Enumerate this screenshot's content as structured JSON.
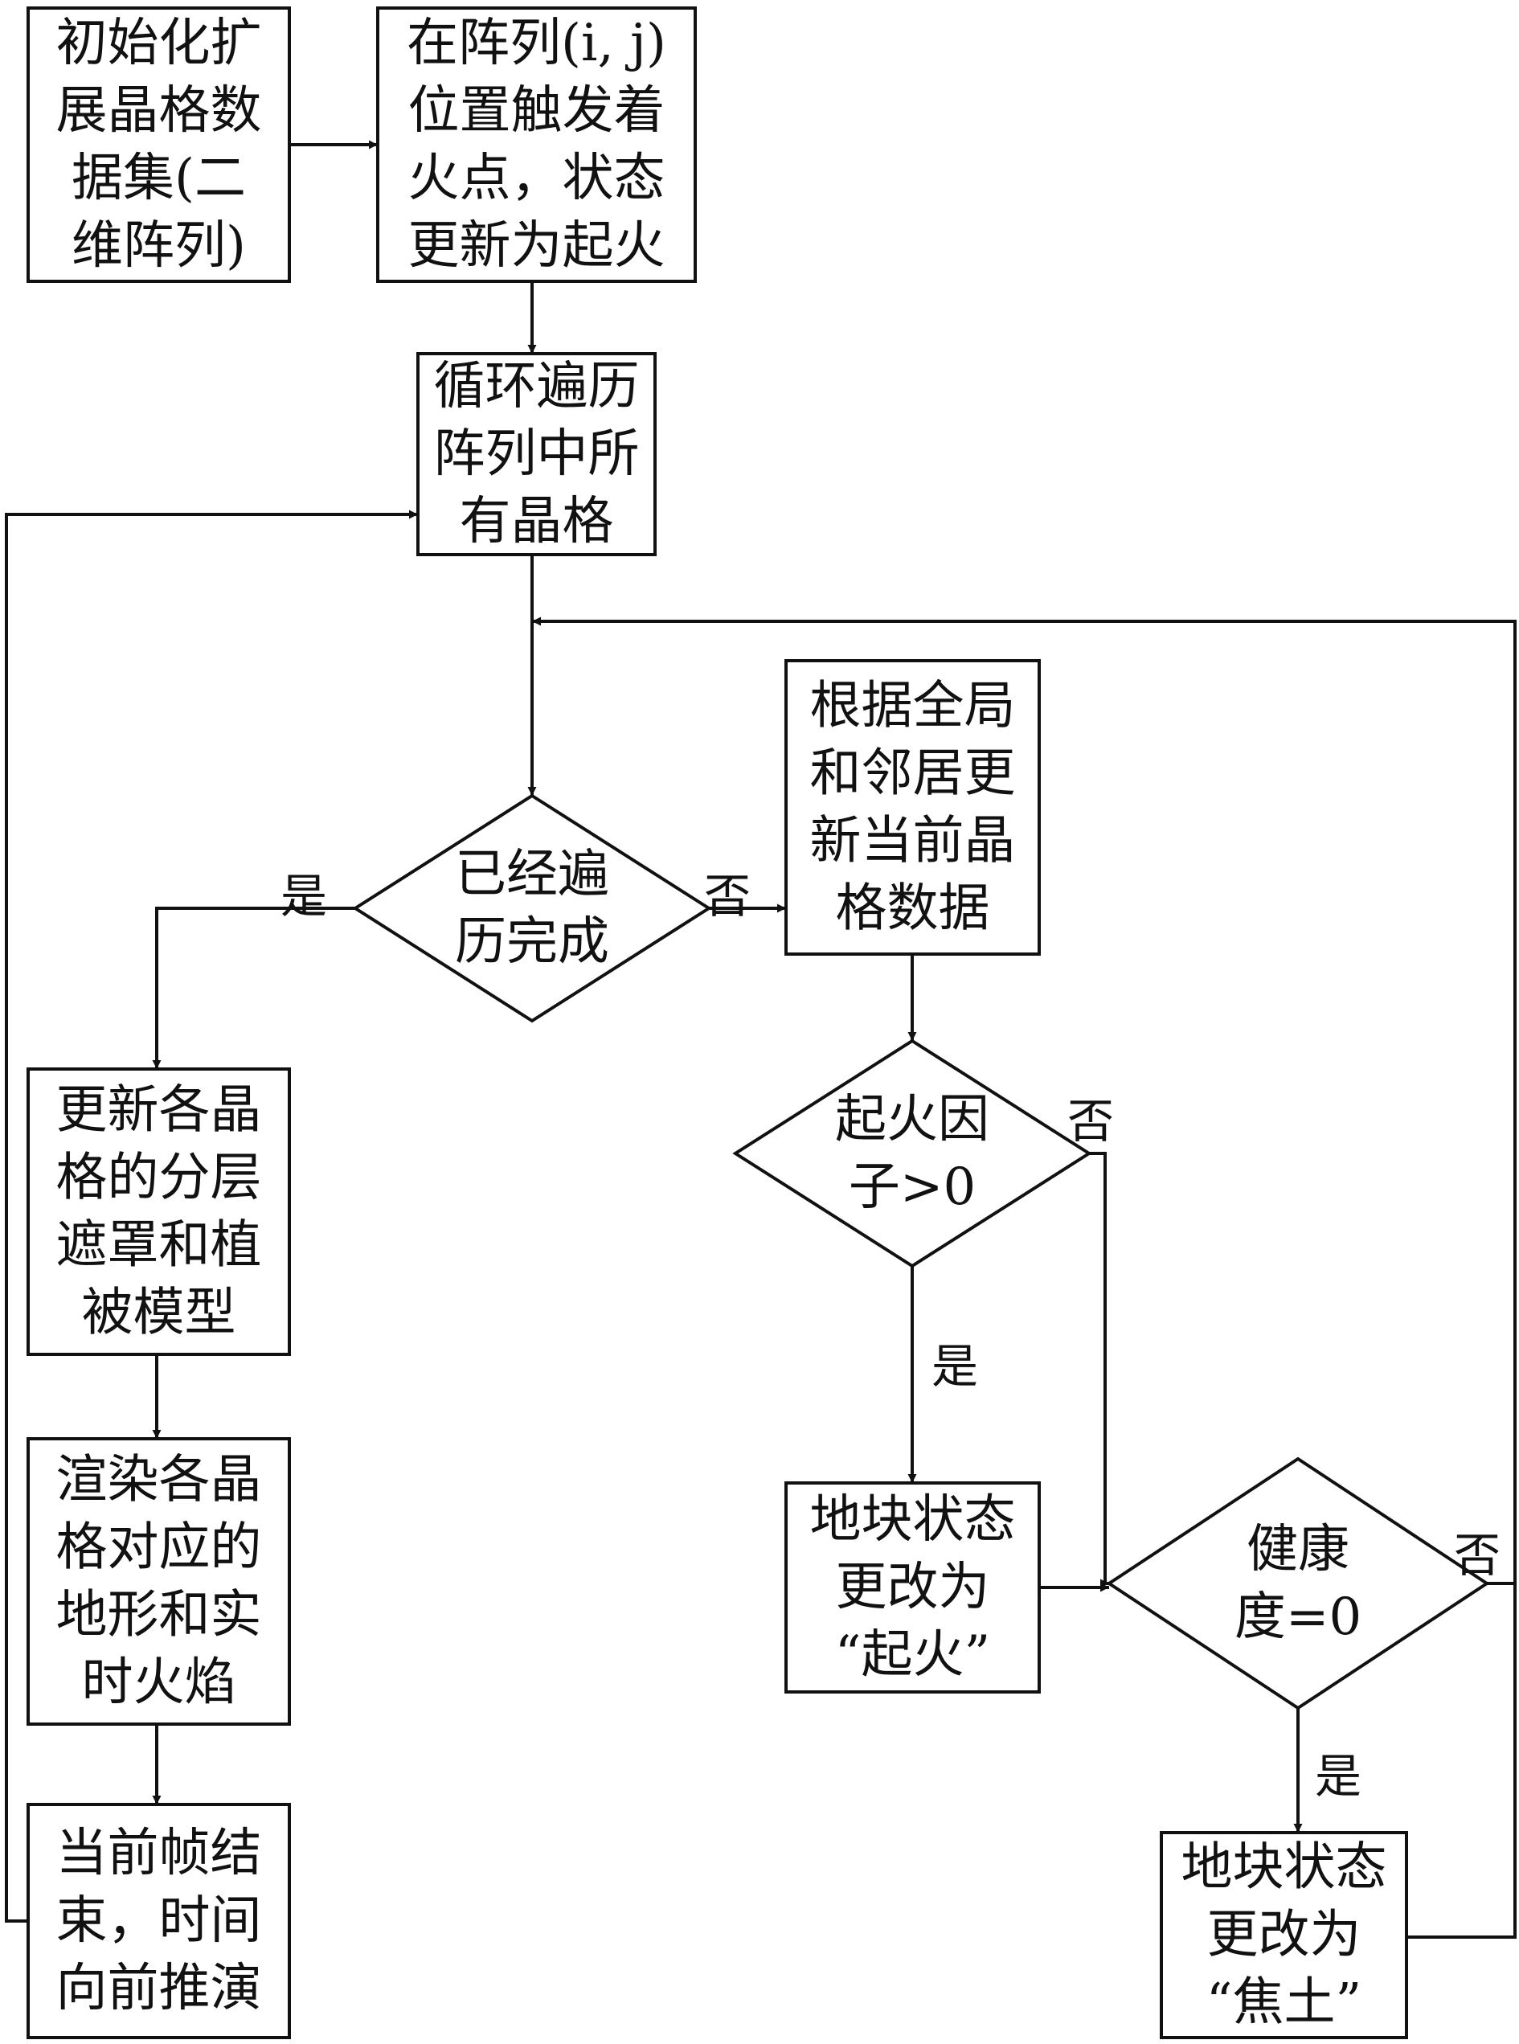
{
  "diagram": {
    "nodes": [
      {
        "id": "init",
        "shape": "rect",
        "lines": [
          "初始化扩",
          "展晶格数",
          "据集(二",
          "维阵列)"
        ]
      },
      {
        "id": "trigger",
        "shape": "rect",
        "lines": [
          "在阵列(i, j)",
          "位置触发着",
          "火点，状态",
          "更新为起火"
        ]
      },
      {
        "id": "loop",
        "shape": "rect",
        "lines": [
          "循环遍历",
          "阵列中所",
          "有晶格"
        ]
      },
      {
        "id": "done",
        "shape": "diamond",
        "lines": [
          "已经遍",
          "历完成"
        ]
      },
      {
        "id": "update_cell",
        "shape": "rect",
        "lines": [
          "根据全局",
          "和邻居更",
          "新当前晶",
          "格数据"
        ]
      },
      {
        "id": "ignite_factor",
        "shape": "diamond",
        "lines": [
          "起火因",
          "子>0"
        ]
      },
      {
        "id": "set_fire",
        "shape": "rect",
        "lines": [
          "地块状态",
          "更改为",
          "“起火”"
        ]
      },
      {
        "id": "health",
        "shape": "diamond",
        "lines": [
          "健康",
          "度=0"
        ]
      },
      {
        "id": "set_scorched",
        "shape": "rect",
        "lines": [
          "地块状态",
          "更改为",
          "“焦土”"
        ]
      },
      {
        "id": "update_masks",
        "shape": "rect",
        "lines": [
          "更新各晶",
          "格的分层",
          "遮罩和植",
          "被模型"
        ]
      },
      {
        "id": "render",
        "shape": "rect",
        "lines": [
          "渲染各晶",
          "格对应的",
          "地形和实",
          "时火焰"
        ]
      },
      {
        "id": "frame_end",
        "shape": "rect",
        "lines": [
          "当前帧结",
          "束，时间",
          "向前推演"
        ]
      }
    ],
    "edges": [
      {
        "id": "init-trigger",
        "from": "init",
        "to": "trigger",
        "label": ""
      },
      {
        "id": "trigger-loop",
        "from": "trigger",
        "to": "loop",
        "label": ""
      },
      {
        "id": "loop-done",
        "from": "loop",
        "to": "done",
        "label": ""
      },
      {
        "id": "done-update_cell",
        "from": "done",
        "to": "update_cell",
        "label": "否"
      },
      {
        "id": "done-update_masks",
        "from": "done",
        "to": "update_masks",
        "label": "是"
      },
      {
        "id": "update_cell-ignite_factor",
        "from": "update_cell",
        "to": "ignite_factor",
        "label": ""
      },
      {
        "id": "ignite_factor-set_fire",
        "from": "ignite_factor",
        "to": "set_fire",
        "label": "是"
      },
      {
        "id": "ignite_factor-health",
        "from": "ignite_factor",
        "to": "health",
        "label": "否"
      },
      {
        "id": "set_fire-health",
        "from": "set_fire",
        "to": "health",
        "label": ""
      },
      {
        "id": "health-set_scorched",
        "from": "health",
        "to": "set_scorched",
        "label": "是"
      },
      {
        "id": "health-loop",
        "from": "health",
        "to": "done",
        "label": "否"
      },
      {
        "id": "set_scorched-loop",
        "from": "set_scorched",
        "to": "done",
        "label": ""
      },
      {
        "id": "update_masks-render",
        "from": "update_masks",
        "to": "render",
        "label": ""
      },
      {
        "id": "render-frame_end",
        "from": "render",
        "to": "frame_end",
        "label": ""
      },
      {
        "id": "frame_end-loop",
        "from": "frame_end",
        "to": "loop",
        "label": ""
      }
    ]
  }
}
